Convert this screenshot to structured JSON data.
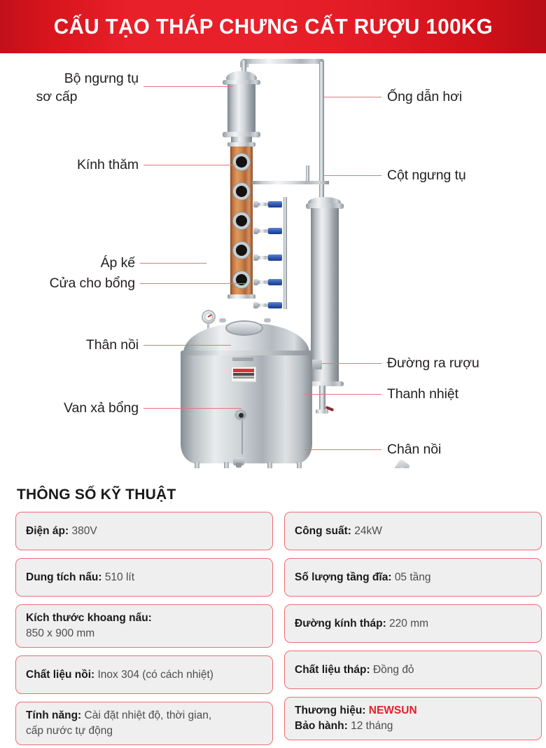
{
  "header": {
    "title": "CẤU TẠO THÁP CHƯNG CẤT RƯỢU 100KG",
    "background_color": "#e8202a"
  },
  "diagram": {
    "labels_left": [
      {
        "name": "primary-condenser",
        "line1": "Bộ ngưng tụ",
        "line2": "sơ cấp"
      },
      {
        "name": "sight-glass",
        "line1": "Kính thăm",
        "line2": ""
      },
      {
        "name": "pressure-gauge",
        "line1": "Áp kế",
        "line2": ""
      },
      {
        "name": "mash-inlet",
        "line1": "Cửa cho bổng",
        "line2": ""
      },
      {
        "name": "pot-body",
        "line1": "Thân nồi",
        "line2": ""
      },
      {
        "name": "mash-drain-valve",
        "line1": "Van xả bổng",
        "line2": ""
      }
    ],
    "labels_right": [
      {
        "name": "vapor-pipe",
        "line1": "Ống dẫn hơi"
      },
      {
        "name": "condenser-column",
        "line1": "Cột ngưng tụ"
      },
      {
        "name": "spirit-outlet",
        "line1": "Đường ra rượu"
      },
      {
        "name": "heating-rod",
        "line1": "Thanh nhiệt"
      },
      {
        "name": "pot-legs",
        "line1": "Chân nồi"
      }
    ],
    "leader_color": "#e8737c"
  },
  "spec": {
    "title": "THÔNG SỐ KỸ THUẬT",
    "left_column": [
      {
        "key": "Điện áp:",
        "value": "380V",
        "value2": ""
      },
      {
        "key": "Dung tích nấu:",
        "value": "510 lít",
        "value2": ""
      },
      {
        "key": "Kích thước khoang nấu:",
        "value": "",
        "value2": "850 x 900 mm"
      },
      {
        "key": "Chất liệu nồi:",
        "value": "Inox 304 (có cách nhiệt)",
        "value2": ""
      },
      {
        "key": "Tính năng:",
        "value": "Cài đặt nhiệt độ, thời gian,",
        "value2": "cấp nước tự động"
      }
    ],
    "right_column": [
      {
        "key": "Công suất:",
        "value": "24kW",
        "value2": ""
      },
      {
        "key": "Số lượng tầng đĩa:",
        "value": "05 tầng",
        "value2": ""
      },
      {
        "key": "Đường kính tháp:",
        "value": "220 mm",
        "value2": ""
      },
      {
        "key": "Chất liệu tháp:",
        "value": "Đồng đỏ",
        "value2": ""
      },
      {
        "key": "Thương hiệu:",
        "brand": "NEWSUN",
        "key2": "Bảo hành:",
        "value2": "12 tháng"
      }
    ],
    "box_fill": "#efefef",
    "box_border": "#ef6d73",
    "brand_color": "#e8202a"
  }
}
